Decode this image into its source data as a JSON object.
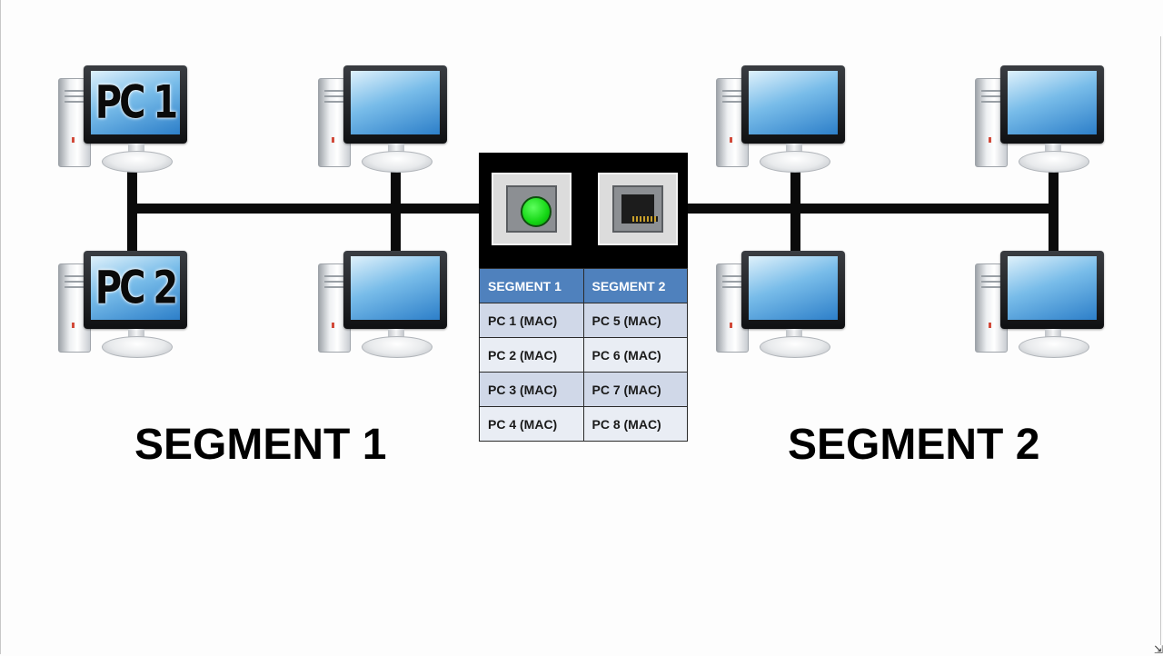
{
  "pc_labels": {
    "pc1": "PC 1",
    "pc2": "PC 2"
  },
  "device": {
    "port_left_status": "link-led-green",
    "port_right_status": "ethernet-jack"
  },
  "mac_table": {
    "headers": [
      "SEGMENT 1",
      "SEGMENT 2"
    ],
    "rows": [
      [
        "PC 1 (MAC)",
        "PC 5 (MAC)"
      ],
      [
        "PC 2 (MAC)",
        "PC 6 (MAC)"
      ],
      [
        "PC 3 (MAC)",
        "PC 7 (MAC)"
      ],
      [
        "PC 4 (MAC)",
        "PC 8 (MAC)"
      ]
    ]
  },
  "segments": {
    "left_label": "SEGMENT 1",
    "right_label": "SEGMENT 2"
  },
  "colors": {
    "table_header": "#4f81bd",
    "row_odd": "#d0d8e8",
    "row_even": "#e9edf4",
    "led": "#14d614",
    "wire": "#0a0a0a"
  }
}
